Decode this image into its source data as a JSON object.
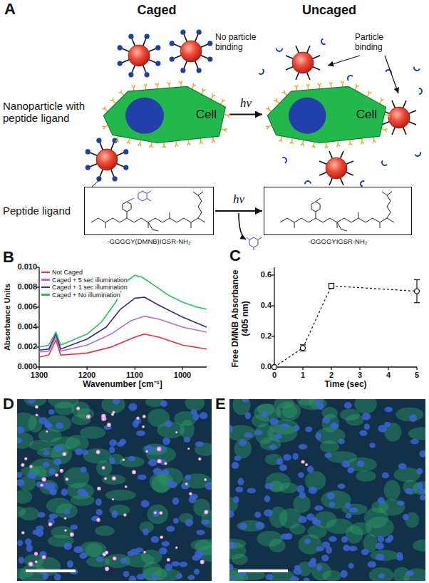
{
  "diagram": {
    "nodes": [
      {
        "text": [
          "Cell"
        ]
      },
      {
        "text": [
          "Cell"
        ]
      },
      {
        "text": [
          "-GGGGY(DMNB)IGSR-NH₂"
        ]
      },
      {
        "text": [
          "-GGGGYIGSR-NH₂"
        ]
      }
    ],
    "edges": [
      {
        "from": 0,
        "to": 1,
        "arrow": "to",
        "label": "hν"
      },
      {
        "from": 2,
        "to": 3,
        "arrow": "to",
        "label": "hν"
      }
    ],
    "labels": [
      "A",
      "Caged",
      "Uncaged",
      "No particle binding",
      "Particle binding",
      "Nanoparticle with peptide ligand",
      "Peptide ligand",
      "B",
      "0.000",
      "0.002",
      "0.004",
      "0.006",
      "0.008",
      "0.010",
      "Absorbance Units",
      "1300",
      "1200",
      "1100",
      "1000",
      "Wavenumber [cm⁻¹]",
      "C",
      "0.0",
      "0.2",
      "0.4",
      "0.6",
      "Free DMNB Absorbance (405 nm)",
      "0",
      "1",
      "2",
      "3",
      "4",
      "5",
      "Time (sec)",
      "D",
      "E"
    ],
    "legend": [
      {
        "text": "Not Caged",
        "color": "#e8303a"
      },
      {
        "text": "Caged + 5 sec illumination",
        "color": "#b36ec8"
      },
      {
        "text": "Caged + 1 sec illumination",
        "color": "#34288c"
      },
      {
        "text": "Caged + No illumination",
        "color": "#22c060"
      }
    ]
  }
}
